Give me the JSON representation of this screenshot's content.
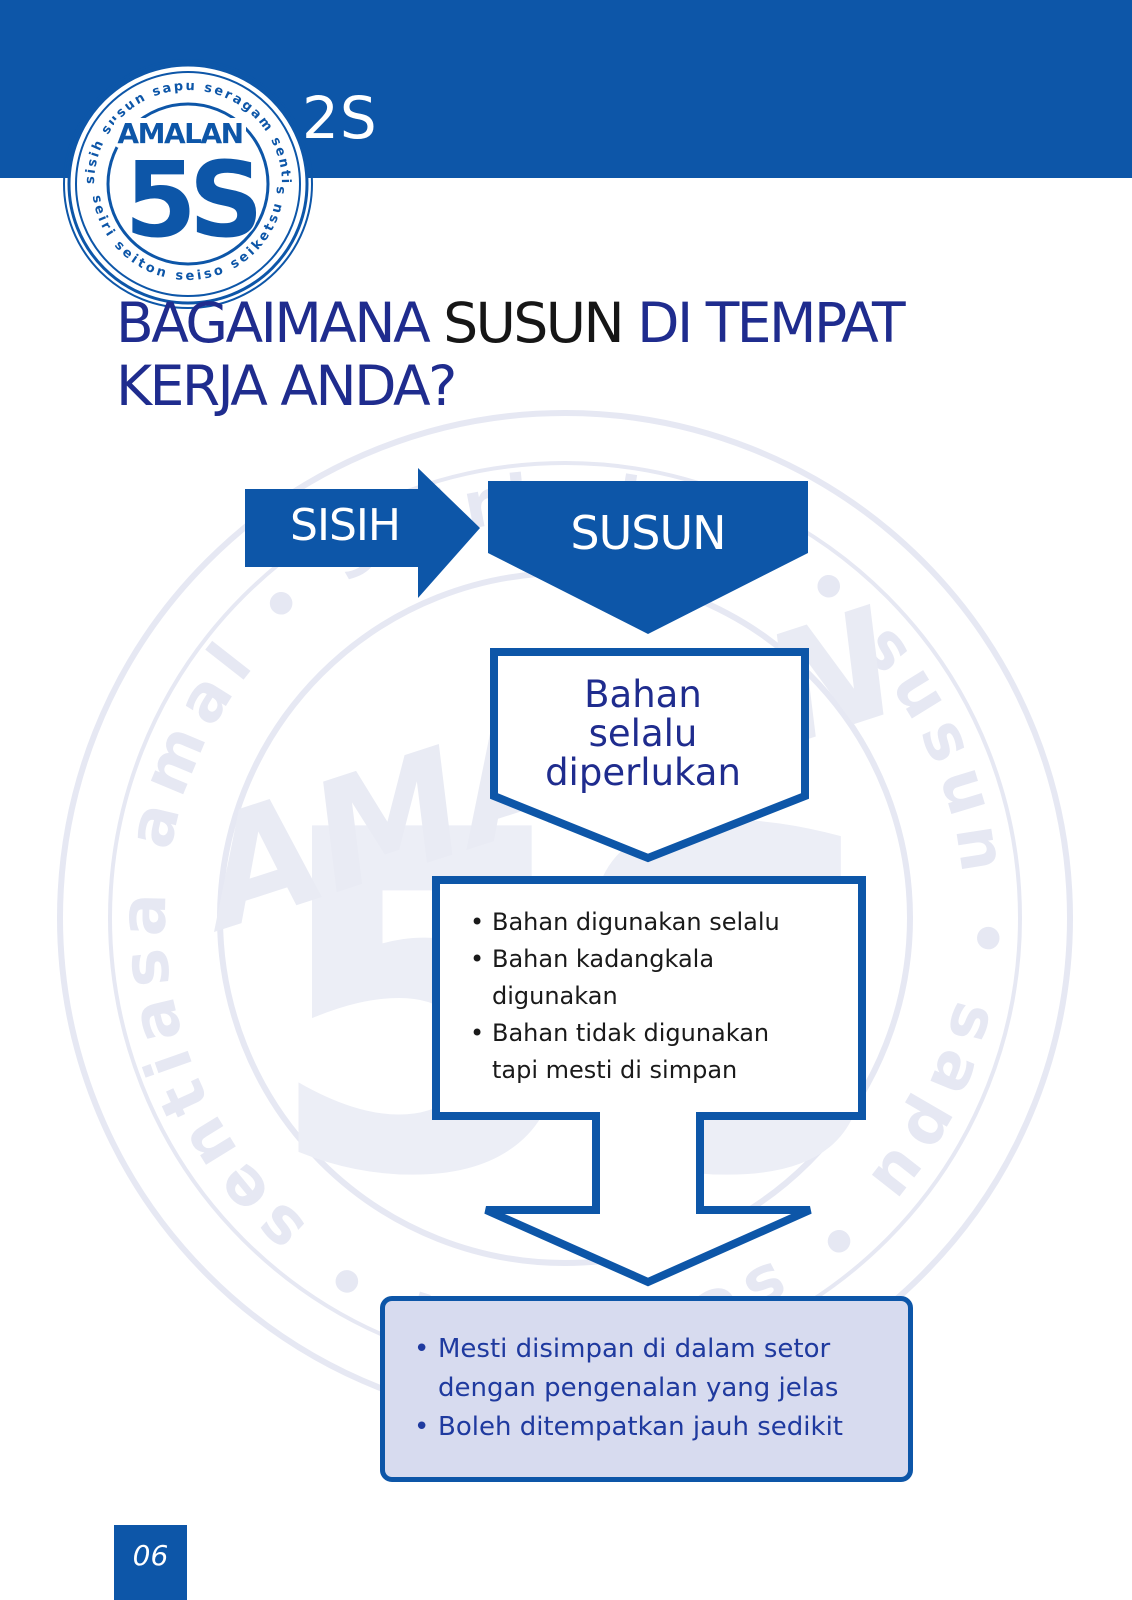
{
  "header": {
    "section_code": "2S",
    "logo": {
      "title": "AMALAN",
      "big_text": "5S",
      "ring_top": "sisih susun sapu seragam sentiasa amal",
      "ring_bottom": "seiri seiton seiso seiketsu shitsuke"
    }
  },
  "watermark": {
    "ring_text": "sisih • susun • sapu • seragam • sentiasa amal • seiri • seiton • seiso • seiketsu • shitsuke •",
    "title": "AMALAN",
    "big_text": "5S"
  },
  "title": {
    "part1": "BAGAIMANA ",
    "emphasis": "SUSUN",
    "part2": " DI TEMPAT KERJA ANDA?"
  },
  "flow": {
    "step_previous": "SISIH",
    "step_current": "SUSUN",
    "category_lines": [
      "Bahan",
      "selalu",
      "diperlukan"
    ],
    "items": [
      "Bahan digunakan selalu",
      "Bahan kadangkala digunakan",
      "Bahan tidak digunakan tapi mesti di simpan"
    ],
    "notes": [
      "Mesti disimpan di dalam setor dengan pengenalan yang jelas",
      "Boleh ditempatkan jauh sedikit"
    ]
  },
  "footer": {
    "page_number": "06"
  },
  "colors": {
    "brand_blue": "#0d56a8",
    "title_blue": "#1f2c8e",
    "note_fill": "#d7dbef",
    "watermark": "#e6e8f3"
  }
}
